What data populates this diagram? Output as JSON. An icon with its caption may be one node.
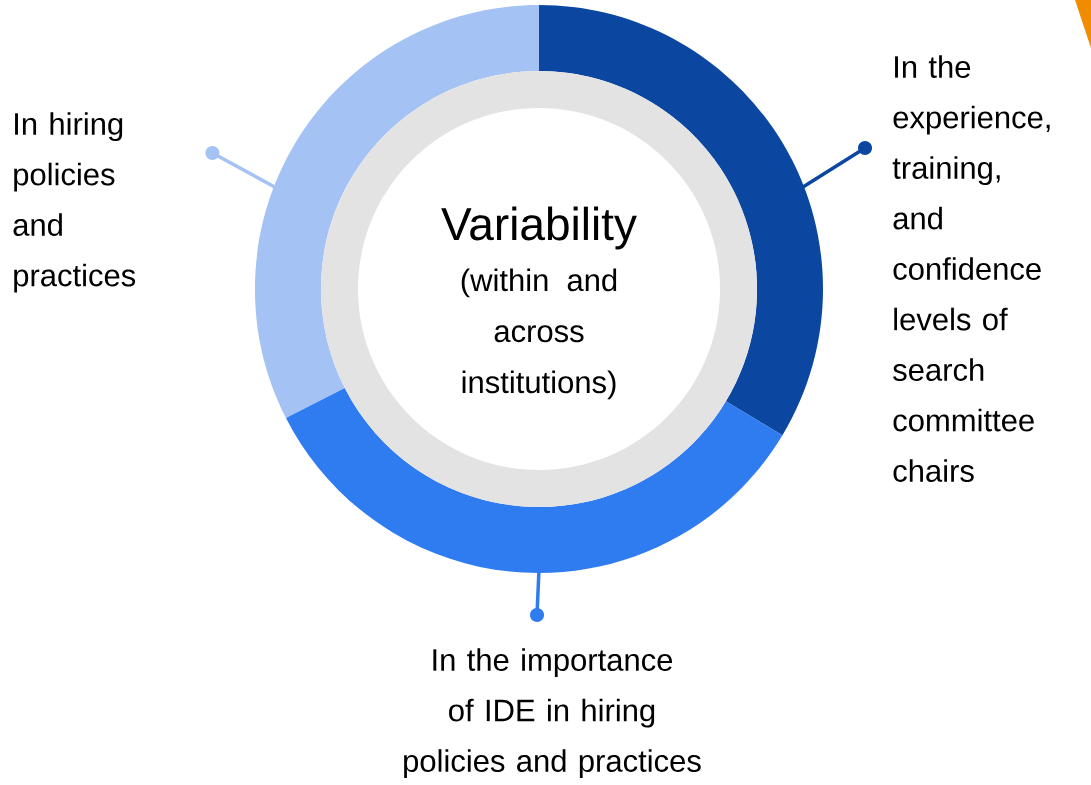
{
  "diagram": {
    "nodes": [
      {
        "text": [
          "Variability",
          "(within and across institutions)"
        ]
      },
      {
        "text": [],
        "shape": "arc"
      },
      {
        "text": [],
        "shape": "arc"
      },
      {
        "text": [],
        "shape": "arc"
      },
      {
        "text": [
          "In hiring policies and practices"
        ]
      },
      {
        "text": [
          "In the experience, training, and confidence levels of search committee chairs"
        ]
      },
      {
        "text": [
          "In the importance of IDE in hiring policies and practices"
        ]
      }
    ],
    "edges": [
      {
        "from": 1,
        "to": 4,
        "arrow": "other",
        "color": "#a4c2f4"
      },
      {
        "from": 2,
        "to": 5,
        "arrow": "other",
        "color": "#0b47a1"
      },
      {
        "from": 3,
        "to": 6,
        "arrow": "other",
        "color": "#2f7bf0"
      }
    ]
  }
}
